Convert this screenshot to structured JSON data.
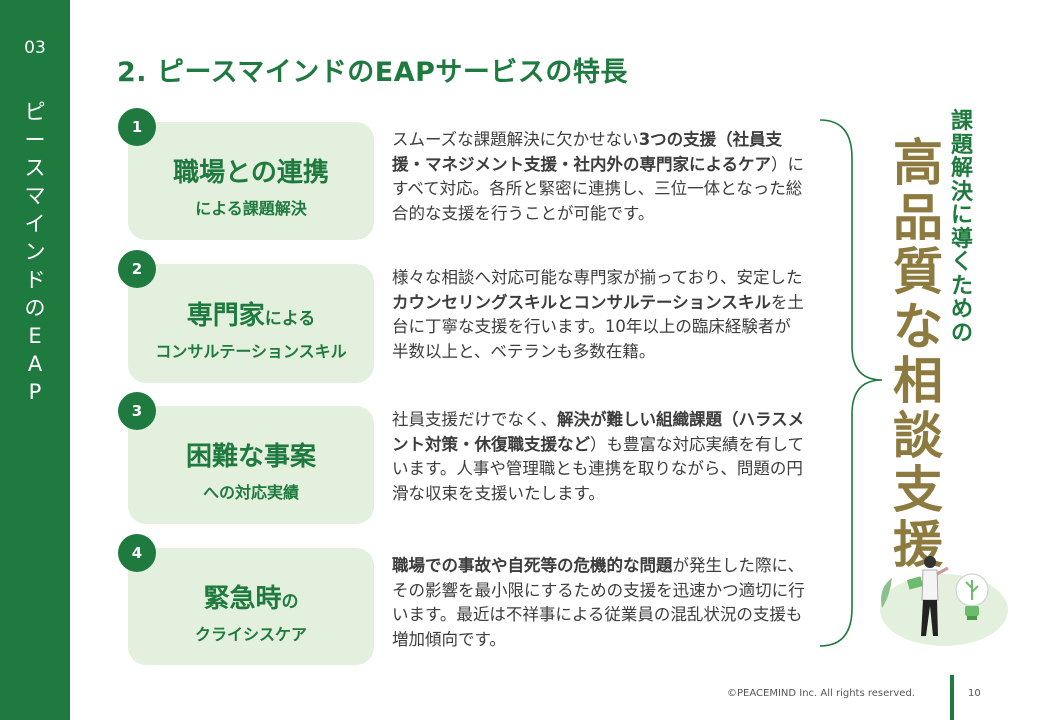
{
  "sidebar": {
    "section_number": "03",
    "section_title": "ピースマインドのEAP"
  },
  "title": "2. ピースマインドのEAPサービスの特長",
  "cards": [
    {
      "number": "1",
      "line1": "職場との連携",
      "line2": "による課題解決"
    },
    {
      "number": "2",
      "line1_big": "専門家",
      "line1_small": "による",
      "line2": "コンサルテーションスキル"
    },
    {
      "number": "3",
      "line1": "困難な事案",
      "line2": "への対応実績"
    },
    {
      "number": "4",
      "line1_big": "緊急時",
      "line1_small": "の",
      "line2": "クライシスケア"
    }
  ],
  "descriptions": [
    {
      "t1": "スムーズな課題解決に欠かせない",
      "b1": "3つの支援（社員支援・マネジメント支援・社内外の専門家によるケア",
      "t2": "）にすべて対応。各所と緊密に連携し、三位一体となった総合的な支援を行うことが可能です。"
    },
    {
      "t1": "様々な相談へ対応可能な専門家が揃っており、安定した",
      "b1": "カウンセリングスキルとコンサルテーションスキル",
      "t2": "を土台に丁寧な支援を行います。10年以上の臨床経験者が半数以上と、ベテランも多数在籍。"
    },
    {
      "t1": "社員支援だけでなく、",
      "b1": "解決が難しい組織課題（ハラスメント対策・休復職支援など",
      "t2": "）も豊富な対応実績を有しています。人事や管理職とも連携を取りながら、問題の円滑な収束を支援いたします。"
    },
    {
      "t1": "",
      "b1": "職場での事故や自死等の危機的な問題",
      "t2": "が発生した際に、その影響を最小限にするための支援を迅速かつ適切に行います。最近は不祥事による従業員の混乱状況の支援も増加傾向です。"
    }
  ],
  "summary": {
    "small": "課題解決に導くための",
    "big": "高品質な相談支援"
  },
  "footer": {
    "copyright": "©PEACEMIND Inc. All rights reserved.",
    "page": "10"
  },
  "colors": {
    "brand_green": "#1e7a3e",
    "card_bg": "#e4f0de",
    "accent_gold": "#8c7a3e"
  }
}
